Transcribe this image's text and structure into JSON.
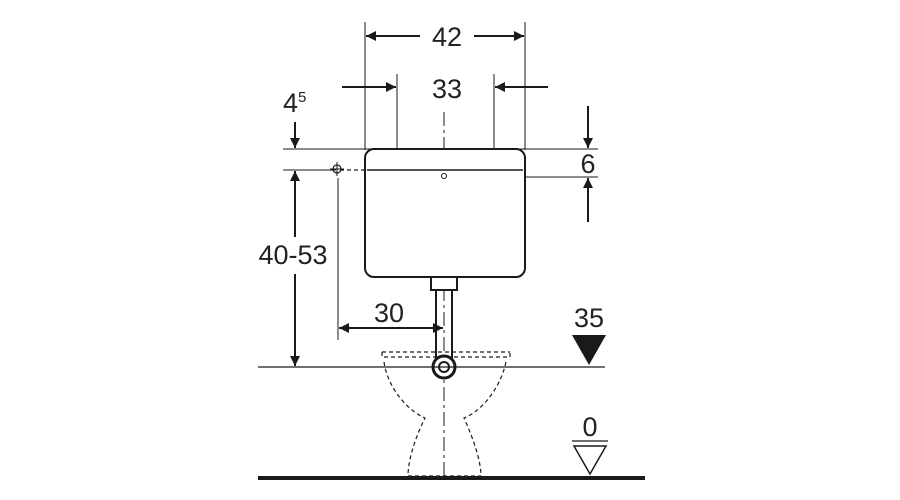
{
  "drawing": {
    "dim_total_width": "42",
    "dim_inner_width": "33",
    "dim_top_offset_main": "4",
    "dim_top_offset_sup": "5",
    "dim_band": "6",
    "dim_height_range": "40-53",
    "dim_inlet_offset": "30",
    "level_mark": "35",
    "floor_mark": "0",
    "colors": {
      "line": "#1a1a1a",
      "fill": "#ffffff"
    }
  }
}
